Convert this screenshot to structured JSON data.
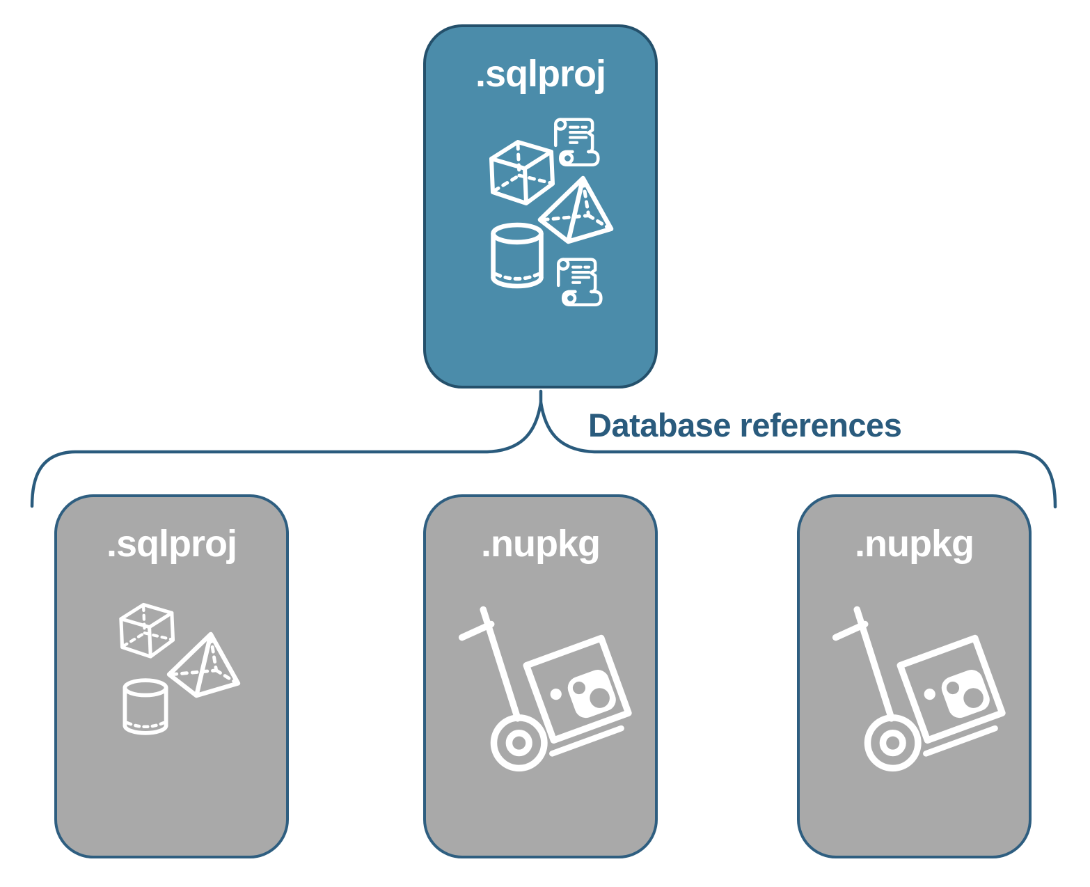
{
  "diagram": {
    "root": {
      "label": ".sqlproj",
      "icons": [
        "cube",
        "script-scroll",
        "pyramid",
        "cylinder",
        "script-scroll"
      ]
    },
    "connector": {
      "label": "Database references"
    },
    "children": [
      {
        "label": ".sqlproj",
        "icon": "geometry-shapes"
      },
      {
        "label": ".nupkg",
        "icon": "nuget-package-hand-truck"
      },
      {
        "label": ".nupkg",
        "icon": "nuget-package-hand-truck"
      }
    ],
    "colors": {
      "root_fill": "#4b8caa",
      "root_border": "#24506b",
      "child_fill": "#a9a9a9",
      "child_border": "#2e5e80",
      "accent": "#2a5b7d",
      "icon": "#ffffff"
    }
  }
}
